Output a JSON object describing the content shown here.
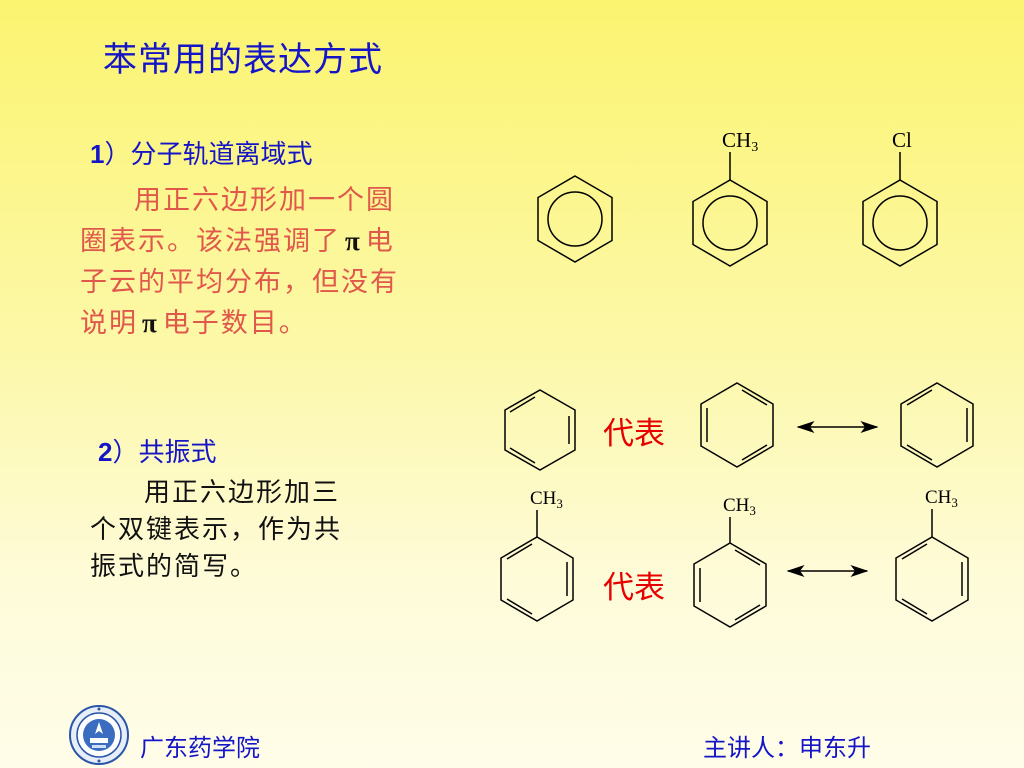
{
  "slide": {
    "title": "苯常用的表达方式",
    "section1": {
      "number": "1",
      "heading": "）分子轨道离域式",
      "lines": [
        "用正六边形加一个圆",
        "圈表示。该法强调了",
        "电",
        "子云的平均分布，但没有",
        "说明",
        "电子数目。"
      ],
      "pi_symbol": "π"
    },
    "section2": {
      "number": "2",
      "heading": "）共振式",
      "lines": [
        "用正六边形加三",
        "个双键表示，作为共",
        "振式的简写。"
      ]
    },
    "represents_label_1": "代表",
    "represents_label_2": "代表",
    "molecule_labels": {
      "methyl": "CH",
      "methyl_sub": "3",
      "chloro": "Cl"
    },
    "footer": {
      "institution": "广东药学院",
      "lecturer": "主讲人：申东升"
    }
  },
  "colors": {
    "title_blue": "#1515c8",
    "body_red": "#e0584c",
    "label_red": "#e60000"
  }
}
